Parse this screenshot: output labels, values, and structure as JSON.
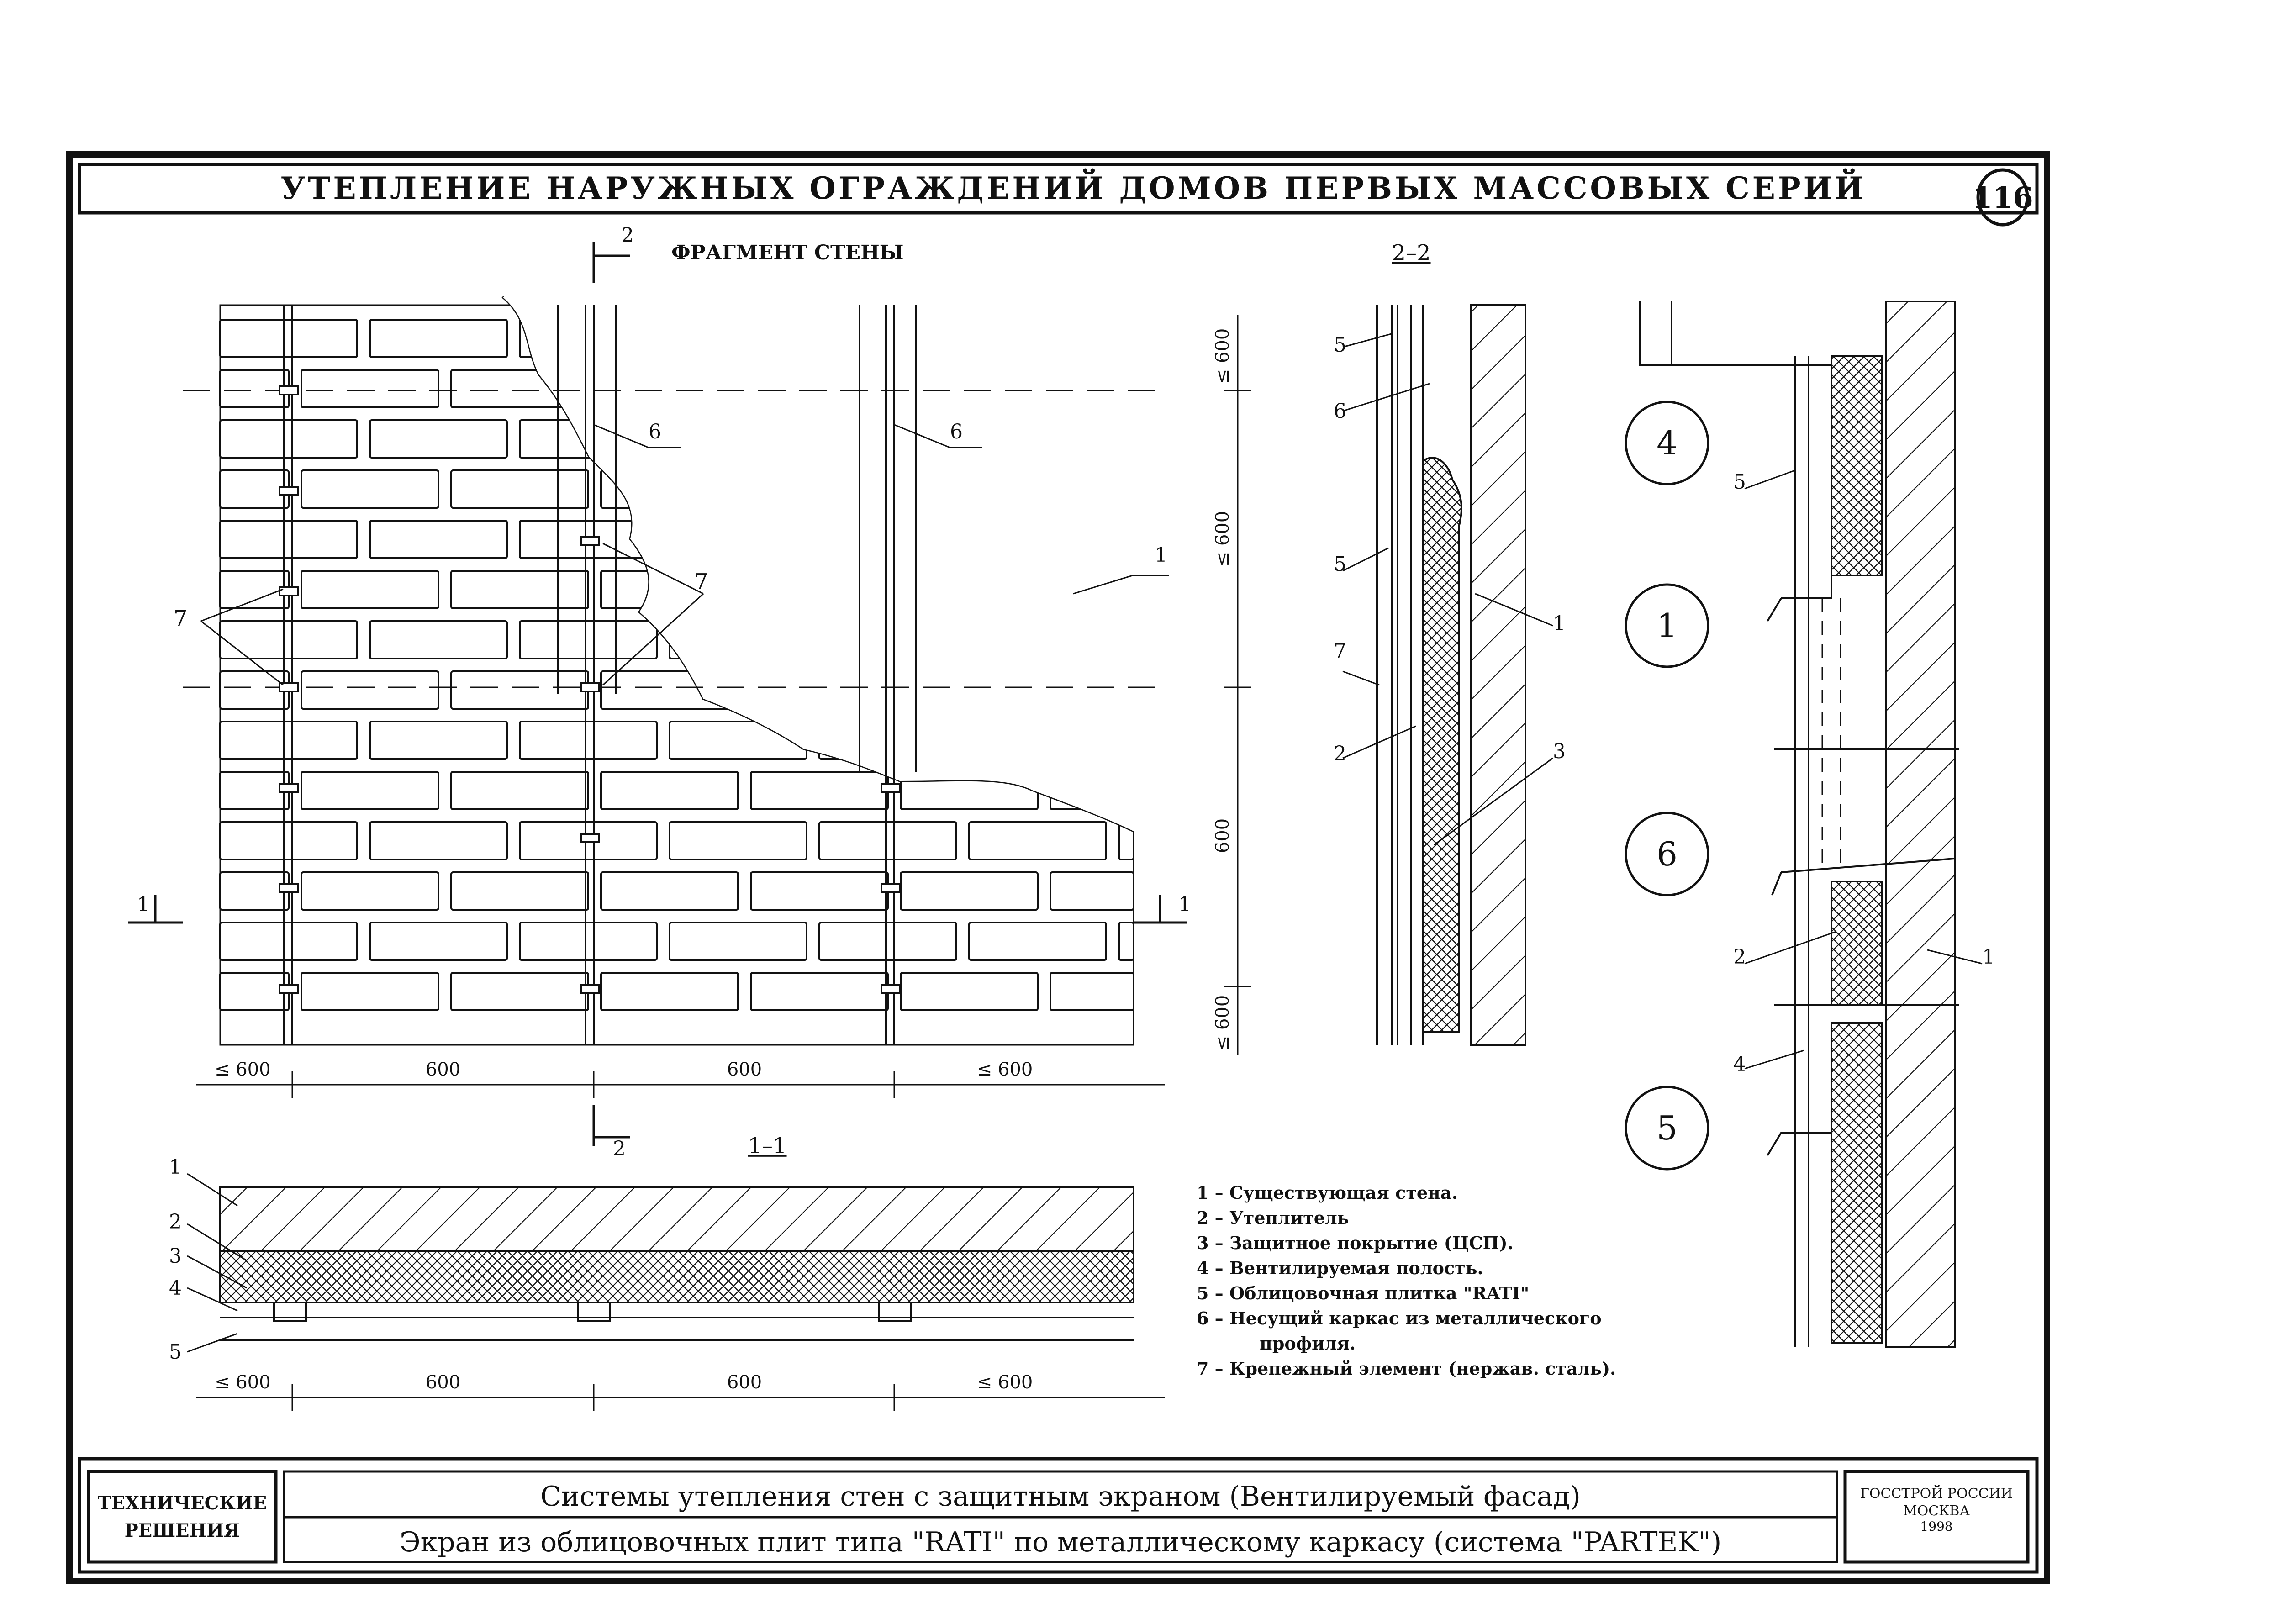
{
  "header": {
    "title": "УТЕПЛЕНИЕ НАРУЖНЫХ ОГРАЖДЕНИЙ ДОМОВ ПЕРВЫХ МАССОВЫХ СЕРИЙ",
    "sheet_number": "116"
  },
  "fragment": {
    "title": "ФРАГМЕНТ СТЕНЫ",
    "section_mark": "2",
    "section_mark_bottom": "2",
    "side_mark_left": "1",
    "side_mark_right": "1",
    "callouts": {
      "c1": "1",
      "c6a": "6",
      "c6b": "6",
      "c7a": "7",
      "c7b": "7"
    },
    "dims_h": [
      "≤ 600",
      "600",
      "600",
      "≤ 600"
    ],
    "dims_v": [
      "≤ 600",
      "≤ 600",
      "600",
      "≤ 600"
    ]
  },
  "section_22": {
    "title": "2–2",
    "callouts": {
      "c5a": "5",
      "c6": "6",
      "c5b": "5",
      "c7": "7",
      "c2": "2",
      "c1": "1",
      "c3": "3"
    }
  },
  "section_11": {
    "title": "1–1",
    "callouts": [
      "1",
      "2",
      "3",
      "4",
      "5"
    ],
    "dims": [
      "≤ 600",
      "600",
      "600",
      "≤ 600"
    ]
  },
  "legend": [
    "1 – Существующая стена.",
    "2 – Утеплитель",
    "3 – Защитное покрытие (ЦСП).",
    "4 – Вентилируемая полость.",
    "5 – Облицовочная плитка \"RATI\"",
    "6 – Несущий каркас из металлического",
    "профиля.",
    "7 – Крепежный элемент (нержав. сталь)."
  ],
  "detail": {
    "circles": [
      "4",
      "1",
      "6",
      "5"
    ],
    "callouts": {
      "c5": "5",
      "c2": "2",
      "c1": "1",
      "c4": "4"
    }
  },
  "footer": {
    "stamp_line1": "ТЕХНИЧЕСКИЕ",
    "stamp_line2": "РЕШЕНИЯ",
    "line1": "Системы утепления стен с защитным экраном (Вентилируемый фасад)",
    "line2": "Экран из облицовочных плит типа \"RATI\" по металлическому каркасу (система \"PARTEK\")",
    "org_line1": "ГОССТРОЙ РОССИИ",
    "org_line2": "МОСКВА",
    "org_line3": "1998"
  }
}
